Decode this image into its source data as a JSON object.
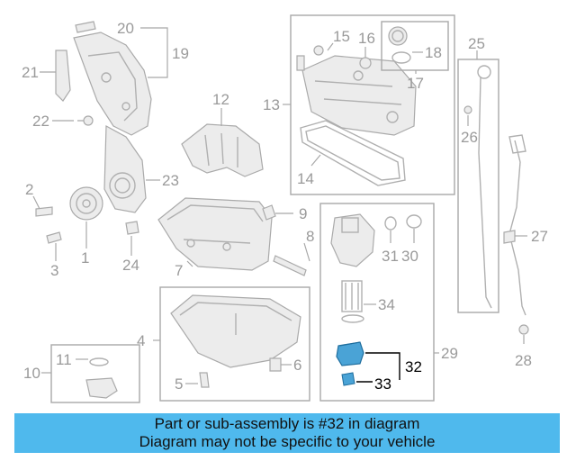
{
  "callouts": {
    "c1": "1",
    "c2": "2",
    "c3": "3",
    "c4": "4",
    "c5": "5",
    "c6": "6",
    "c7": "7",
    "c8": "8",
    "c9": "9",
    "c10": "10",
    "c11": "11",
    "c12": "12",
    "c13": "13",
    "c14": "14",
    "c15": "15",
    "c16": "16",
    "c17": "17",
    "c18": "18",
    "c19": "19",
    "c20": "20",
    "c21": "21",
    "c22": "22",
    "c23": "23",
    "c24": "24",
    "c25": "25",
    "c26": "26",
    "c27": "27",
    "c28": "28",
    "c29": "29",
    "c30": "30",
    "c31": "31",
    "c32": "32",
    "c33": "33",
    "c34": "34"
  },
  "highlight": {
    "part": "32",
    "color": "#4aa3d6"
  },
  "banner": {
    "line1": "Part or sub-assembly is #32 in diagram",
    "line2": "Diagram may not be specific to your vehicle",
    "color": "#4fb9ed"
  }
}
